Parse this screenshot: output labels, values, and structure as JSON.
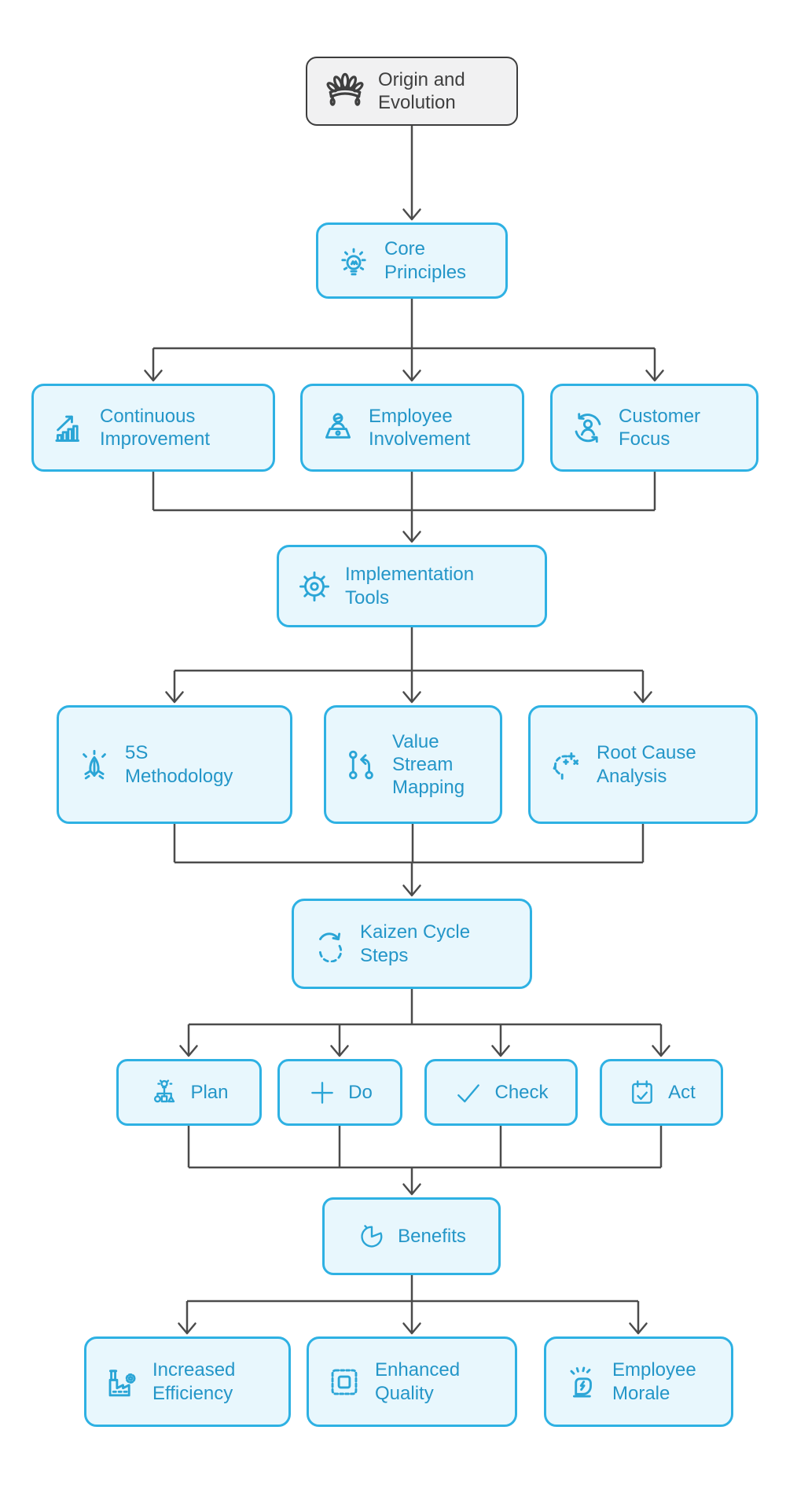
{
  "colors": {
    "canvas_bg": "#ffffff",
    "node_fill": "#e8f7fd",
    "node_border": "#2eb1e3",
    "node_text": "#2496c8",
    "node_icon": "#2aa5d6",
    "root_fill": "#f1f1f2",
    "root_border": "#3d3d3d",
    "root_text": "#3f3f3f",
    "connector": "#4b4b4b"
  },
  "nodes": {
    "origin": {
      "label": "Origin and Evolution",
      "icon": "headdress-icon"
    },
    "core_principles": {
      "label": "Core Principles",
      "icon": "lightbulb-rays-icon"
    },
    "continuous_improvement": {
      "label": "Continuous Improvement",
      "icon": "growth-chart-icon"
    },
    "employee_involvement": {
      "label": "Employee Involvement",
      "icon": "person-laptop-icon"
    },
    "customer_focus": {
      "label": "Customer Focus",
      "icon": "customer-cycle-icon"
    },
    "implementation_tools": {
      "label": "Implementation Tools",
      "icon": "gear-icon"
    },
    "five_s": {
      "label": "5S Methodology",
      "icon": "praying-hands-icon"
    },
    "value_stream": {
      "label": "Value Stream Mapping",
      "icon": "branch-icon"
    },
    "root_cause": {
      "label": "Root Cause Analysis",
      "icon": "head-sparks-icon"
    },
    "kaizen_cycle": {
      "label": "Kaizen Cycle Steps",
      "icon": "cycle-arrow-icon"
    },
    "plan": {
      "label": "Plan",
      "icon": "idea-plan-icon"
    },
    "do": {
      "label": "Do",
      "icon": "plus-icon"
    },
    "check": {
      "label": "Check",
      "icon": "check-icon"
    },
    "act": {
      "label": "Act",
      "icon": "calendar-check-icon"
    },
    "benefits": {
      "label": "Benefits",
      "icon": "pie-chart-icon"
    },
    "increased_efficiency": {
      "label": "Increased Efficiency",
      "icon": "factory-icon"
    },
    "enhanced_quality": {
      "label": "Enhanced Quality",
      "icon": "stamp-icon"
    },
    "employee_morale": {
      "label": "Employee Morale",
      "icon": "fist-icon"
    }
  }
}
